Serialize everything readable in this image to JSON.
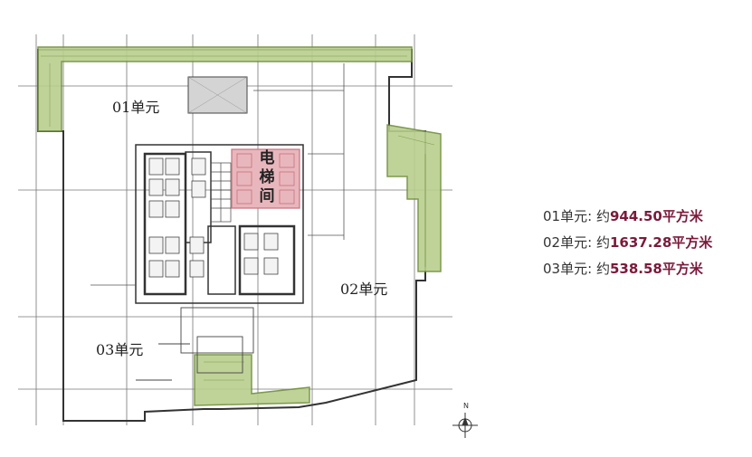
{
  "plan": {
    "units": [
      {
        "id": "01",
        "label": "01单元"
      },
      {
        "id": "02",
        "label": "02单元"
      },
      {
        "id": "03",
        "label": "03单元"
      }
    ],
    "elevator_label": [
      "电",
      "梯",
      "间"
    ],
    "north_label": "N"
  },
  "legend": [
    {
      "name": "01单元:",
      "prefix": "约",
      "area": "944.50平方米"
    },
    {
      "name": "02单元:",
      "prefix": "约",
      "area": "1637.28平方米"
    },
    {
      "name": "03单元:",
      "prefix": "约",
      "area": "538.58平方米"
    }
  ],
  "colors": {
    "outline": "#333333",
    "green_fill": "#b9cf8e",
    "green_stroke": "#6f8f3a",
    "elevator_fill": "#e8b7bd",
    "elevator_stroke": "#c9707c",
    "area_text": "#7a1a3a",
    "grid": "#666666"
  }
}
